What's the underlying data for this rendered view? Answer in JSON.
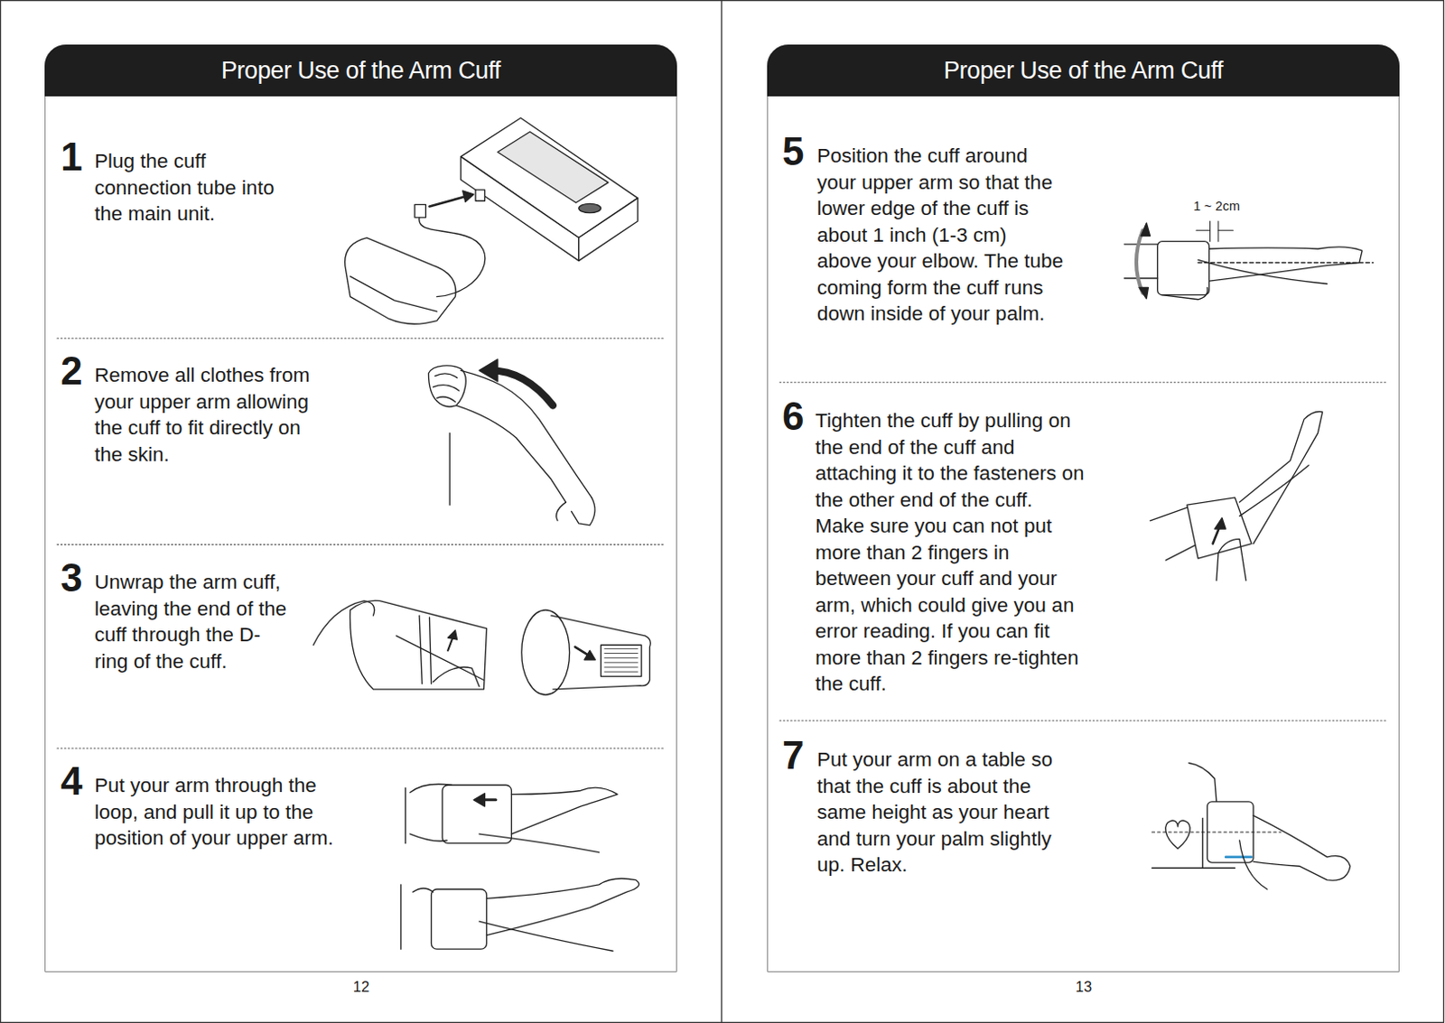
{
  "diagram": {
    "nodes": [
      {
        "text": [
          "Proper Use of the Arm Cuff"
        ]
      },
      {
        "text": [
          "1",
          "Plug the cuff connection tube into the main unit."
        ],
        "in": 0
      },
      {
        "text": [
          "2",
          "Remove all clothes from your upper arm allowing the cuff to fit directly on the skin."
        ],
        "in": 0
      },
      {
        "text": [
          "3",
          "Unwrap the arm cuff, leaving the end of the cuff through the D-ring of the cuff."
        ],
        "in": 0
      },
      {
        "text": [
          "4",
          "Put your arm through the loop, and pull it up to the position of your upper arm."
        ],
        "in": 0
      },
      {
        "text": [
          "Proper Use of the Arm Cuff"
        ]
      },
      {
        "text": [
          "5",
          "Position the cuff around your upper arm so that the lower edge of the cuff is about 1 inch (1-3 cm) above your elbow. The tube coming form the cuff runs down inside of your palm."
        ],
        "in": 5
      },
      {
        "text": [
          "6",
          "Tighten the cuff by pulling on the end of the cuff and attaching it to the fasteners on the other end of the cuff. Make sure you can not put more than 2 fingers in between your cuff and your arm, which could give you an error reading. If you can fit more than 2 fingers re-tighten the cuff."
        ],
        "in": 5
      },
      {
        "text": [
          "7",
          "Put your arm on a table so that the cuff is about the same height as your heart and turn your palm slightly up. Relax."
        ],
        "in": 5
      }
    ],
    "labels": [
      "1 ~ 2cm",
      "12",
      "13"
    ]
  }
}
